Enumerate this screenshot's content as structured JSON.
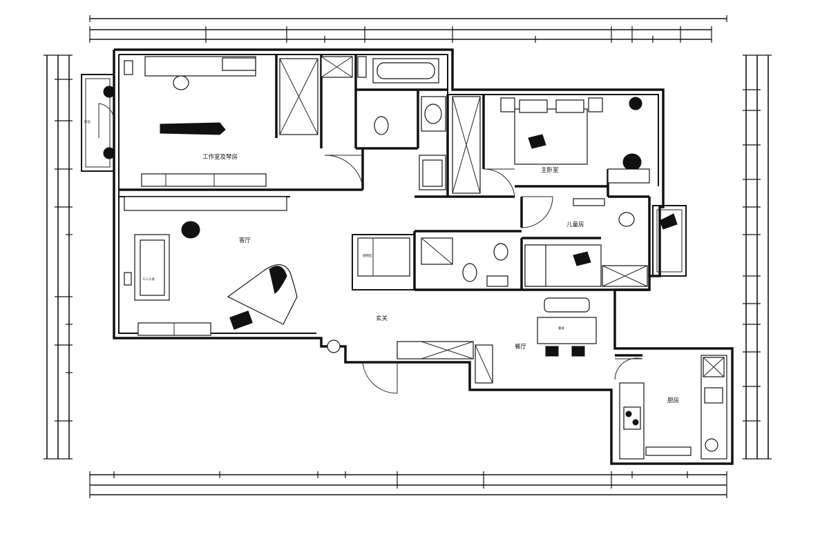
{
  "rooms": {
    "study": "工作室及琴房",
    "living": "客厅",
    "master_bedroom": "主卧室",
    "kids_room": "儿童房",
    "entrance": "玄关",
    "dining": "餐厅",
    "kitchen": "厨房",
    "storage": "储物区",
    "balcony": "阳台"
  },
  "labels": {
    "sofa": "三人沙发",
    "dining_table": "餐桌"
  }
}
